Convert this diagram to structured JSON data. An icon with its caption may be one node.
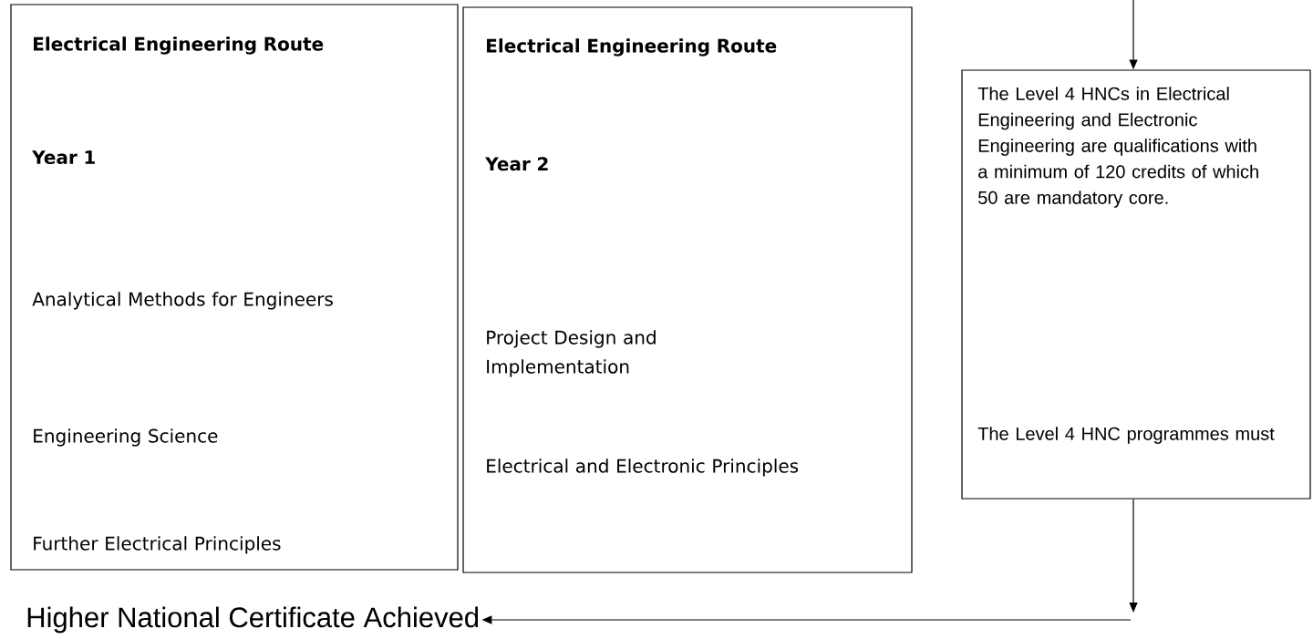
{
  "diagram": {
    "nodes": [
      {
        "text": [
          "Electrical Engineering Route",
          "Year 1",
          "Analytical Methods for Engineers",
          "Engineering Science",
          "Further Electrical Principles"
        ]
      },
      {
        "text": [
          "Electrical Engineering Route",
          "Year 2",
          "Project Design and Implementation",
          "Electrical and Electronic Principles"
        ]
      },
      {
        "text": [
          "The Level 4 HNCs in Electrical Engineering and Electronic Engineering are qualifications with a minimum of 120 credits of which 50 are mandatory core.",
          "The Level 4 HNC programmes must"
        ]
      },
      {
        "text": [
          "Higher National Certificate Achieved"
        ]
      }
    ],
    "edges": [
      {
        "from": null,
        "to": 2,
        "arrow": "to"
      },
      {
        "from": 2,
        "to": null,
        "arrow": "to"
      },
      {
        "from": null,
        "to": 3,
        "arrow": "to"
      }
    ]
  }
}
